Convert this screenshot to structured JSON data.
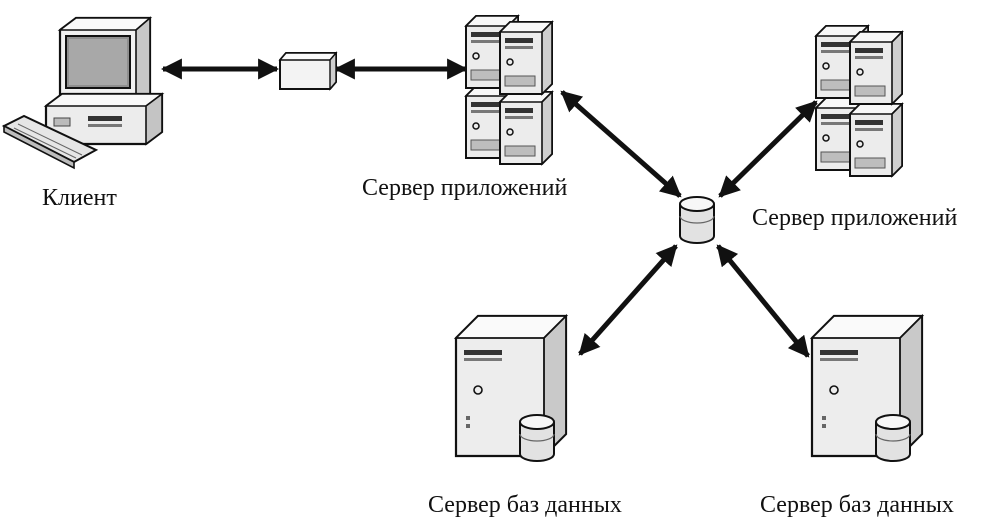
{
  "labels": {
    "client": "Клиент",
    "app_server_1": "Сервер приложений",
    "app_server_2": "Сервер приложений",
    "db_server_1": "Сервер баз данных",
    "db_server_2": "Сервер баз данных"
  },
  "icons": {
    "client": "desktop-computer-icon",
    "network_box": "network-device-icon",
    "app_server": "server-rack-icon",
    "hub": "database-cylinder-icon",
    "db_server": "database-server-icon"
  },
  "colors": {
    "line": "#111111",
    "fill_light": "#f2f2f2",
    "fill_mid": "#d9d9d9",
    "fill_dark": "#9a9a9a"
  }
}
